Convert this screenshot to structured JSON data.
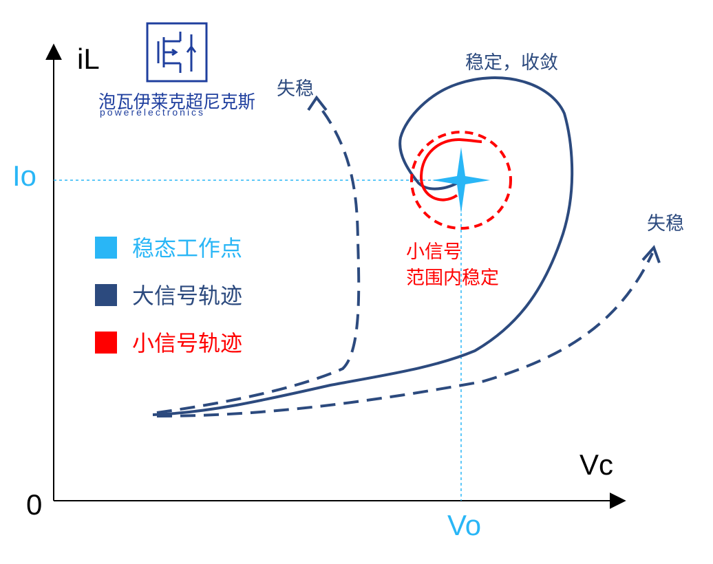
{
  "logo": {
    "text_cn": "泡瓦伊莱克超尼克斯",
    "text_en": "powerelectronics"
  },
  "axes": {
    "y_label": "iL",
    "x_label": "Vc",
    "origin_label": "0",
    "io_label": "Io",
    "vo_label": "Vo"
  },
  "annotations": {
    "unstable_left": "失稳",
    "unstable_right": "失稳",
    "stable_converge": "稳定，收敛",
    "small_signal_line1": "小信号",
    "small_signal_line2": "范围内稳定"
  },
  "legend": [
    {
      "label": "稳态工作点",
      "color": "#29b6f6"
    },
    {
      "label": "大信号轨迹",
      "color": "#2c4a7e"
    },
    {
      "label": "小信号轨迹",
      "color": "#ff0000"
    }
  ],
  "colors": {
    "operating_point": "#29b6f6",
    "large_signal": "#2c4a7e",
    "small_signal": "#ff0000",
    "logo": "#1f3f9e",
    "axis": "#000000",
    "guide": "#29b6f6"
  }
}
